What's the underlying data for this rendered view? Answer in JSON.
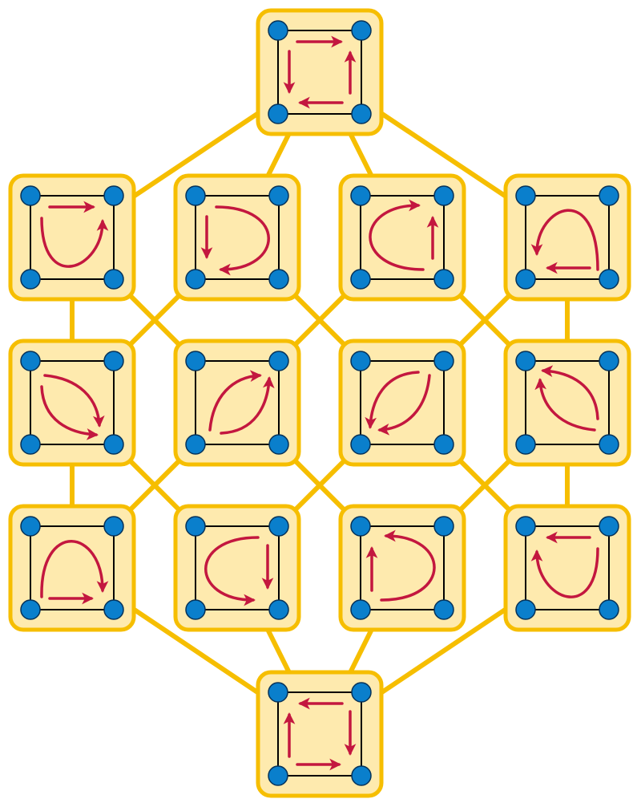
{
  "colors": {
    "background": "#ffffff",
    "connector": "#f6be00",
    "tile_fill": "#feeaae",
    "tile_border": "#f6be00",
    "square_edge": "#000000",
    "vertex_fill": "#0a7fcc",
    "vertex_stroke": "#06335a",
    "arrow": "#c3173f"
  },
  "tiles": [
    {
      "id": "t0",
      "row": 0,
      "col": 1.5,
      "arrows": [
        "top-right",
        "right-up",
        "bottom-left",
        "left-down"
      ]
    },
    {
      "id": "t1",
      "row": 1,
      "col": 0,
      "arrows": [
        "top-right",
        "left-bottom-right-up"
      ]
    },
    {
      "id": "t2",
      "row": 1,
      "col": 1,
      "arrows": [
        "left-down",
        "top-right-bottom-left"
      ]
    },
    {
      "id": "t3",
      "row": 1,
      "col": 2,
      "arrows": [
        "right-up",
        "bottom-left-top-right"
      ]
    },
    {
      "id": "t4",
      "row": 1,
      "col": 3,
      "arrows": [
        "bottom-left",
        "right-top-left-down"
      ]
    },
    {
      "id": "t5",
      "row": 2,
      "col": 0,
      "arrows": [
        "tl-br-down",
        "left-bottom-right"
      ]
    },
    {
      "id": "t6",
      "row": 2,
      "col": 1,
      "arrows": [
        "bl-tr-left",
        "bottom-right-up"
      ]
    },
    {
      "id": "t7",
      "row": 2,
      "col": 2,
      "arrows": [
        "tr-bl-right",
        "right-bottom-left"
      ]
    },
    {
      "id": "t8",
      "row": 2,
      "col": 3,
      "arrows": [
        "br-tl-left",
        "right-top-down"
      ]
    },
    {
      "id": "t9",
      "row": 3,
      "col": 0,
      "arrows": [
        "bottom-right",
        "left-top-right-down"
      ]
    },
    {
      "id": "t10",
      "row": 3,
      "col": 1,
      "arrows": [
        "right-down",
        "top-left-bottom-right"
      ]
    },
    {
      "id": "t11",
      "row": 3,
      "col": 2,
      "arrows": [
        "left-up",
        "bottom-right-top-left"
      ]
    },
    {
      "id": "t12",
      "row": 3,
      "col": 3,
      "arrows": [
        "top-left",
        "right-bottom-left-up"
      ]
    },
    {
      "id": "t13",
      "row": 4,
      "col": 1.5,
      "arrows": [
        "top-left",
        "left-up",
        "bottom-right",
        "right-down"
      ]
    }
  ],
  "edges": [
    [
      "t0",
      "t1"
    ],
    [
      "t0",
      "t2"
    ],
    [
      "t0",
      "t3"
    ],
    [
      "t0",
      "t4"
    ],
    [
      "t1",
      "t5"
    ],
    [
      "t1",
      "t6"
    ],
    [
      "t2",
      "t5"
    ],
    [
      "t2",
      "t7"
    ],
    [
      "t3",
      "t6"
    ],
    [
      "t3",
      "t8"
    ],
    [
      "t4",
      "t7"
    ],
    [
      "t4",
      "t8"
    ],
    [
      "t5",
      "t9"
    ],
    [
      "t5",
      "t10"
    ],
    [
      "t6",
      "t9"
    ],
    [
      "t6",
      "t11"
    ],
    [
      "t7",
      "t10"
    ],
    [
      "t7",
      "t12"
    ],
    [
      "t8",
      "t11"
    ],
    [
      "t8",
      "t12"
    ],
    [
      "t9",
      "t13"
    ],
    [
      "t10",
      "t13"
    ],
    [
      "t11",
      "t13"
    ],
    [
      "t12",
      "t13"
    ]
  ]
}
